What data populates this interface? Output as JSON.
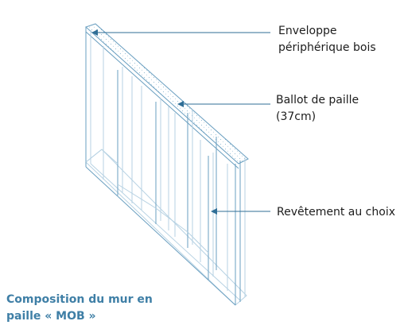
{
  "labels": {
    "envelope": {
      "line1": "Enveloppe",
      "line2": "périphérique bois"
    },
    "straw_bale": {
      "line1": "Ballot de paille",
      "line2": "(37cm)"
    },
    "cladding": {
      "line1": "Revêtement au choix"
    }
  },
  "caption": {
    "line1": "Composition du mur en",
    "line2": "paille « MOB »"
  },
  "colors": {
    "drawing": "#6a9fc0",
    "drawing_light": "#b7d2e3",
    "arrow": "#2f6e96",
    "label_text": "#1c1c1c",
    "caption_text": "#3f7fa6"
  }
}
